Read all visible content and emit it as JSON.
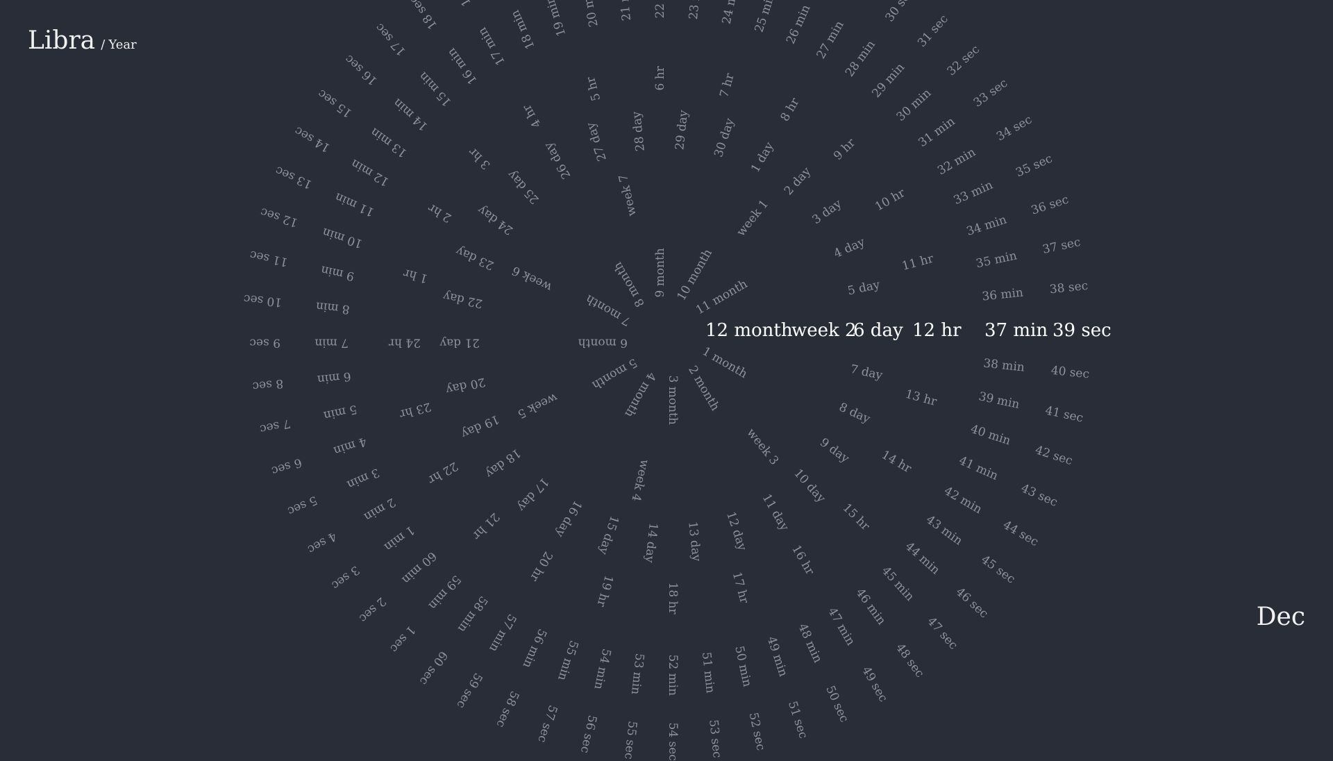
{
  "brand": {
    "name": "Libra",
    "separator": "/",
    "unit": "Year"
  },
  "current_month": "Dec",
  "rings": [
    {
      "id": "month",
      "suffix": "month",
      "count": 12,
      "current": 12
    },
    {
      "id": "week",
      "prefix": "week",
      "count": 7,
      "current": 2
    },
    {
      "id": "day",
      "suffix": "day",
      "count": 30,
      "current": 6
    },
    {
      "id": "hour",
      "suffix": "hr",
      "count": 24,
      "current": 12
    },
    {
      "id": "minute",
      "suffix": "min",
      "count": 60,
      "current": 37
    },
    {
      "id": "second",
      "suffix": "sec",
      "count": 60,
      "current": 39
    }
  ]
}
